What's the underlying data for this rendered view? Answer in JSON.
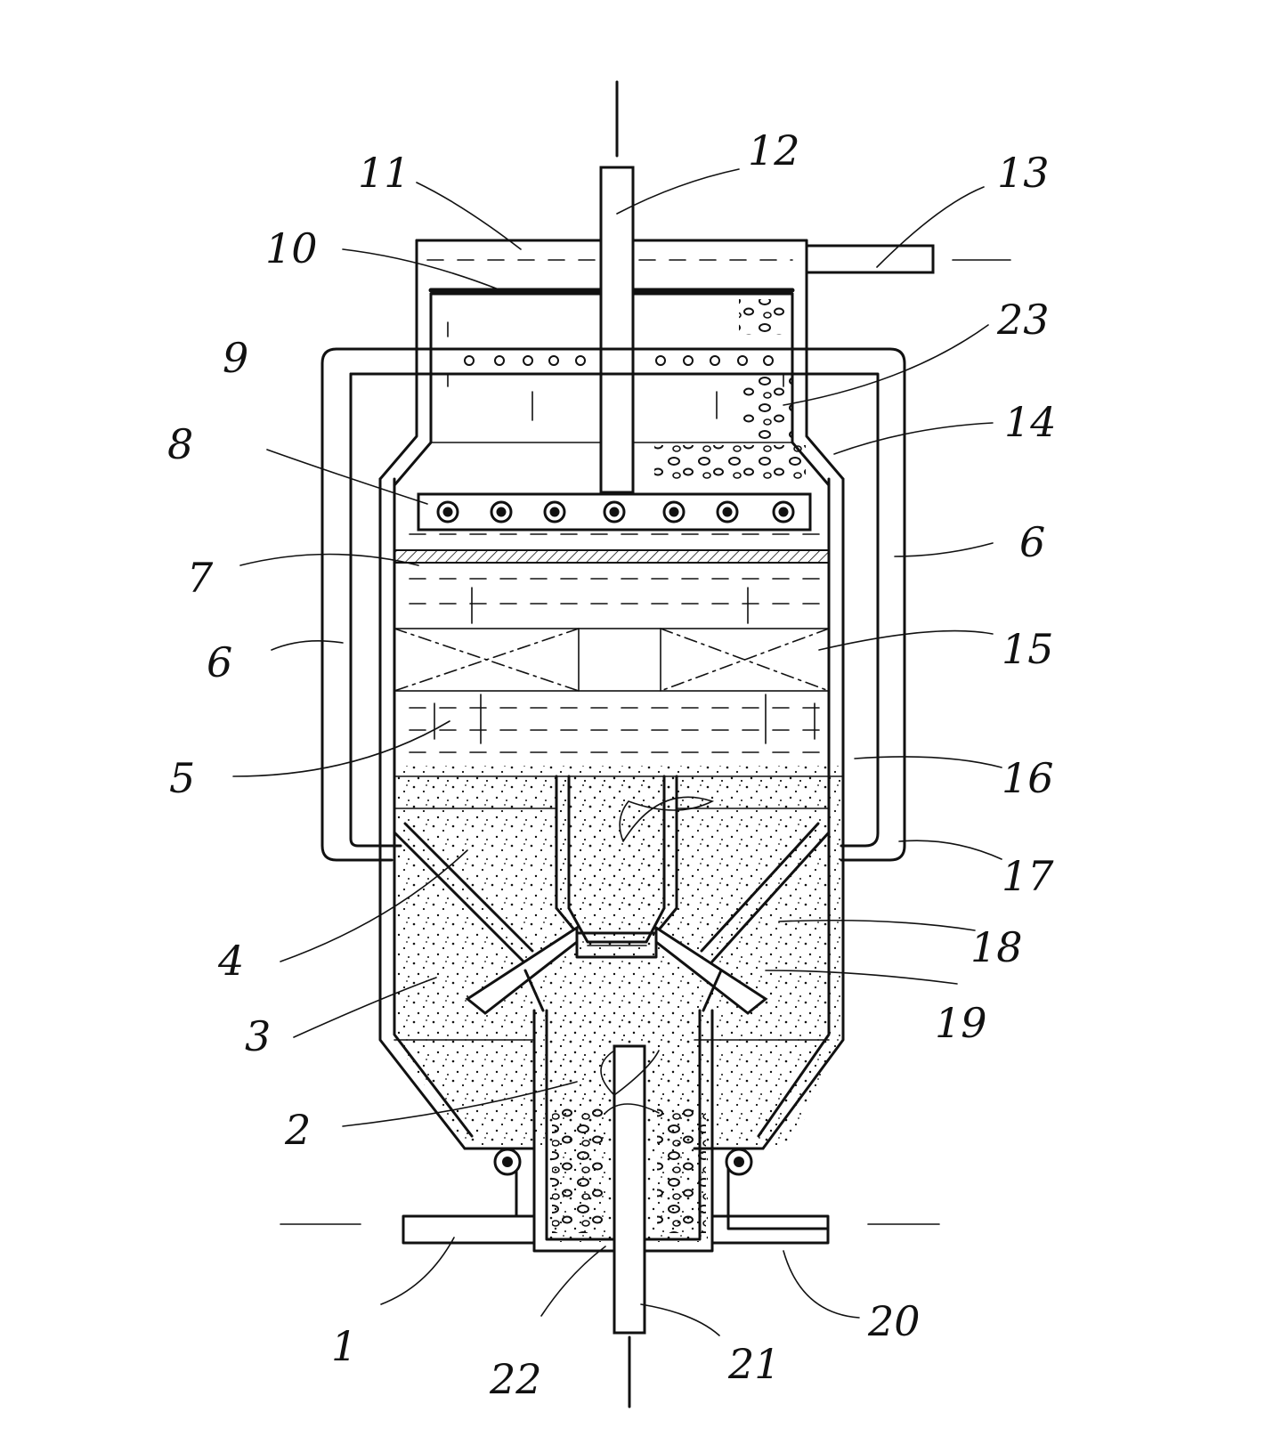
{
  "labels": [
    "1",
    "2",
    "3",
    "4",
    "5",
    "6",
    "6",
    "7",
    "8",
    "9",
    "10",
    "11",
    "12",
    "13",
    "14",
    "15",
    "16",
    "17",
    "18",
    "19",
    "20",
    "21",
    "22",
    "23"
  ],
  "colors": {
    "ink": "#111111",
    "paper": "#ffffff"
  }
}
